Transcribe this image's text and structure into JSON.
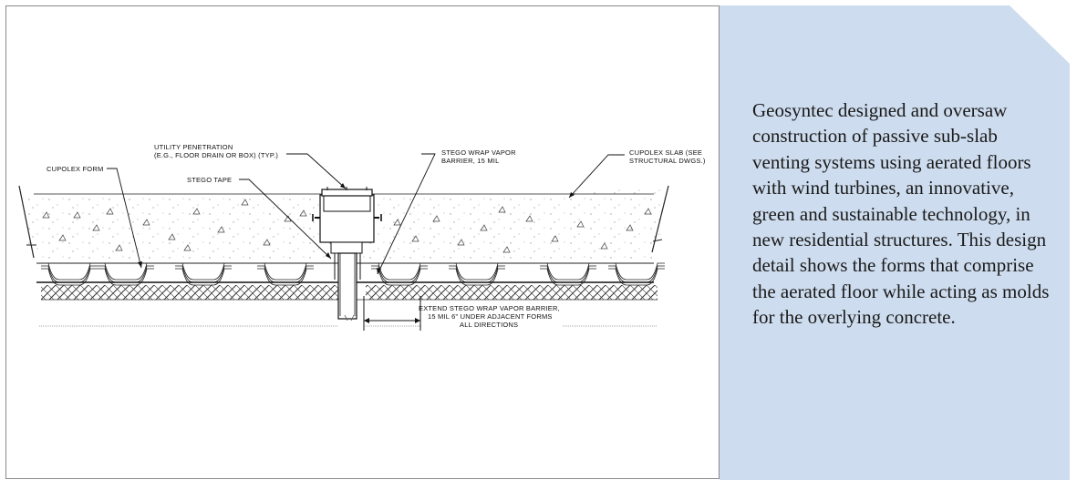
{
  "diagram": {
    "labels": {
      "utility_penetration_1": "UTILITY PENETRATION",
      "utility_penetration_2": "(E.G., FLOOR DRAIN OR BOX) (TYP.)",
      "stego_wrap_1": "STEGO WRAP VAPOR",
      "stego_wrap_2": "BARRIER, 15 MIL",
      "cupolex_slab_1": "CUPOLEX SLAB (SEE",
      "cupolex_slab_2": "STRUCTURAL DWGS.)",
      "cupolex_form": "CUPOLEX FORM",
      "stego_tape": "STEGO TAPE",
      "extend_1": "EXTEND STEGO WRAP VAPOR BARRIER,",
      "extend_2": "15 MIL 6\" UNDER ADJACENT FORMS",
      "extend_3": "ALL DIRECTIONS"
    }
  },
  "callout": {
    "text": "Geosyntec designed and oversaw construction of passive sub-slab venting systems using aerated floors with wind turbines, an innovative, green and sustainable technology, in new residential structures.  This design detail shows the forms that comprise the aerated floor while acting as molds for the overlying concrete.",
    "background_color": "#cddcee"
  }
}
